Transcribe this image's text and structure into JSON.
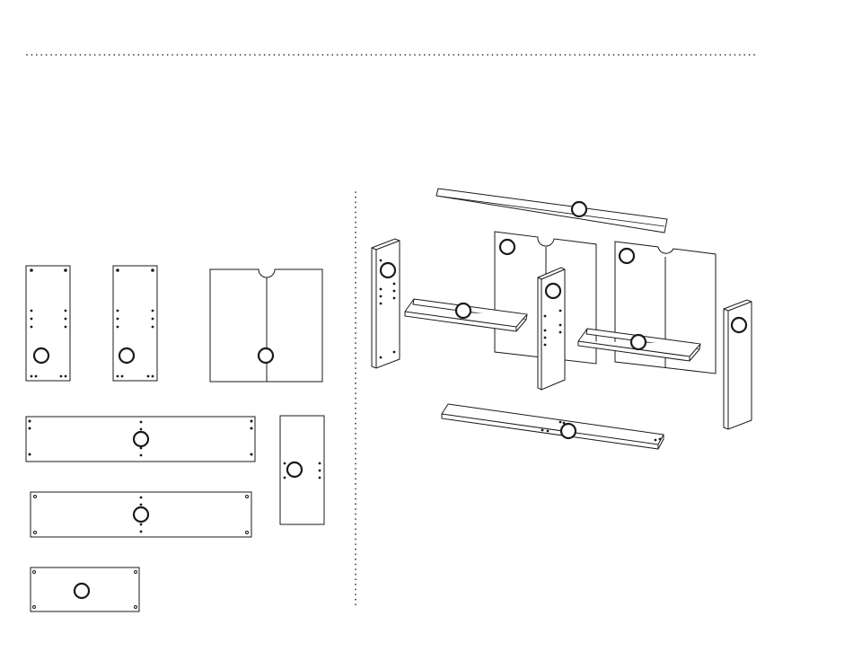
{
  "diagram": {
    "ink_color": "#1a1a1a",
    "panel_fill": "#ffffff",
    "top_separator": "dotted-line",
    "column_separator": "dotted-line",
    "parts_list": [
      {
        "id": "tall-side-panel-a",
        "shape": "tall-panel",
        "callout": ""
      },
      {
        "id": "tall-side-panel-b",
        "shape": "tall-panel",
        "callout": ""
      },
      {
        "id": "back-panel",
        "shape": "square-panel-with-notch",
        "callout": ""
      },
      {
        "id": "long-board-top",
        "shape": "long-board",
        "callout": ""
      },
      {
        "id": "long-board-bottom",
        "shape": "long-board",
        "callout": ""
      },
      {
        "id": "center-divider",
        "shape": "short-vertical-panel",
        "callout": ""
      },
      {
        "id": "short-shelf",
        "shape": "short-board",
        "callout": ""
      }
    ],
    "assembly_view": {
      "style": "exploded-isometric",
      "components": [
        {
          "id": "top-board",
          "callout": ""
        },
        {
          "id": "left-side",
          "callout": ""
        },
        {
          "id": "left-back-panel",
          "callout": ""
        },
        {
          "id": "right-back-panel",
          "callout": ""
        },
        {
          "id": "center-divider",
          "callout": ""
        },
        {
          "id": "left-shelf",
          "callout": ""
        },
        {
          "id": "right-shelf",
          "callout": ""
        },
        {
          "id": "right-side",
          "callout": ""
        },
        {
          "id": "bottom-board",
          "callout": ""
        }
      ]
    }
  }
}
